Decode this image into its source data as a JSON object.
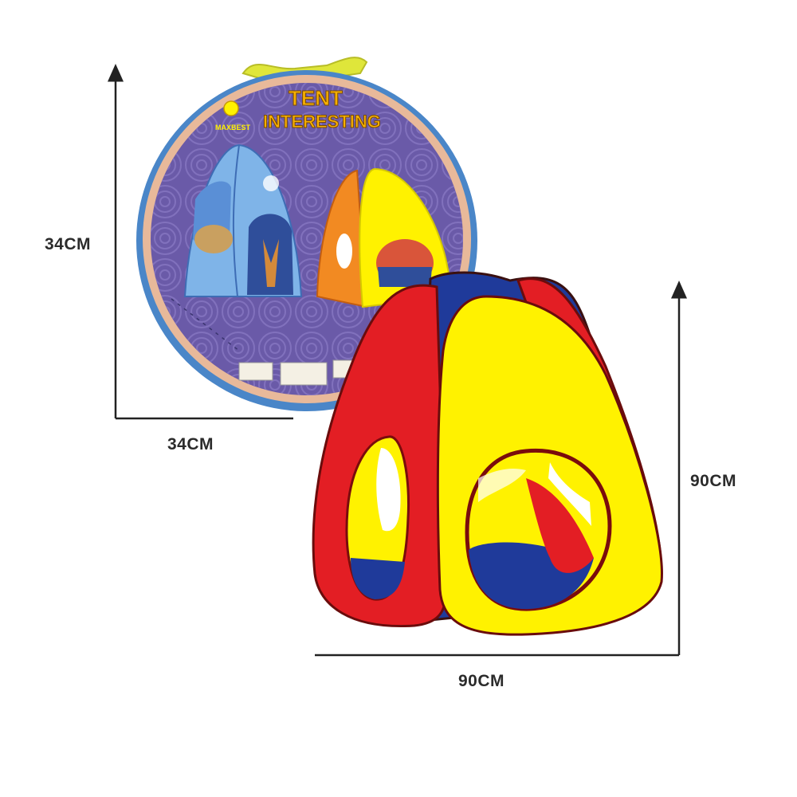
{
  "dimensions": {
    "bag_height": "34CM",
    "bag_width": "34CM",
    "tent_height": "90CM",
    "tent_width": "90CM"
  },
  "bag": {
    "title_line1": "TENT",
    "title_line2": "INTERESTING",
    "brand": "MAXBEST"
  },
  "colors": {
    "tent_red": "#e31e24",
    "tent_yellow": "#fff200",
    "tent_blue": "#1f3a9a",
    "bag_purple": "#6a5aa8",
    "bag_rim_blue": "#4a86c8",
    "bag_rim_tan": "#e8b99a",
    "handle_green": "#dfe63a"
  }
}
